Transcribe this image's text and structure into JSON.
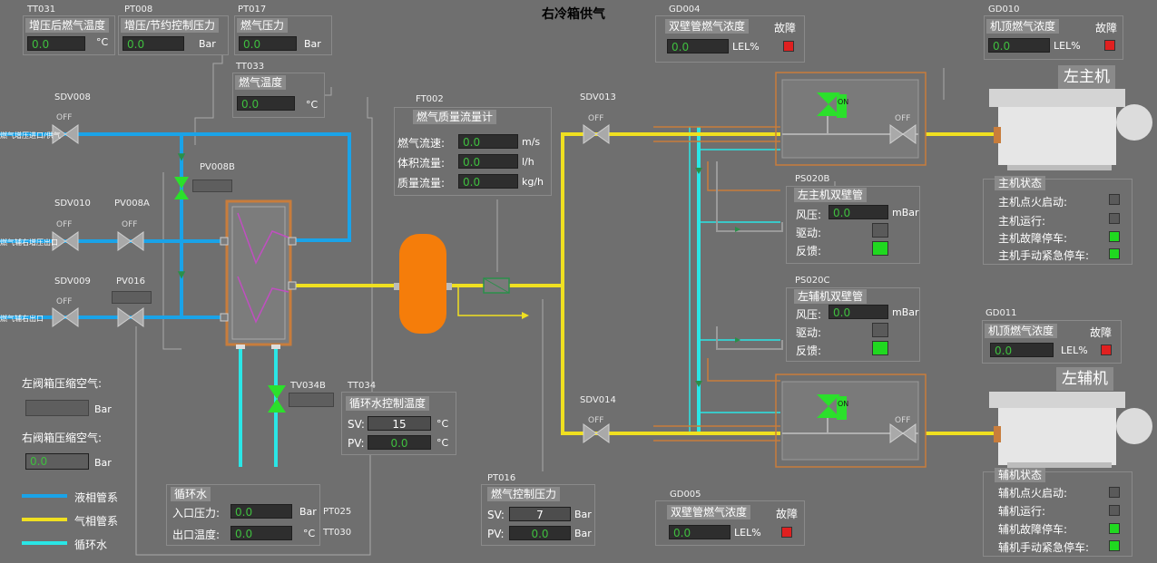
{
  "title": "右冷箱供气",
  "tags": {
    "tt031": "TT031",
    "pt008": "PT008",
    "pt017": "PT017",
    "tt033": "TT033",
    "sdv008": "SDV008",
    "sdv010": "SDV010",
    "sdv009": "SDV009",
    "pv008a": "PV008A",
    "pv008b": "PV008B",
    "pv016": "PV016",
    "ft002": "FT002",
    "sdv013": "SDV013",
    "sdv014": "SDV014",
    "gd004": "GD004",
    "gd010": "GD010",
    "gd011": "GD011",
    "gd005": "GD005",
    "ps020b": "PS020B",
    "ps020c": "PS020C",
    "tt034": "TT034",
    "pt016": "PT016",
    "tv034b": "TV034B",
    "pt025": "PT025",
    "tt030": "TT030"
  },
  "inlets": {
    "top": "燃气增压进口/供气",
    "middle": "燃气辅右增压出口",
    "bottom": "燃气辅右出口"
  },
  "valve_text": {
    "off": "OFF",
    "on": "ON"
  },
  "tt031": {
    "header": "增压后燃气温度",
    "value": "0.0",
    "unit": "°C"
  },
  "pt008": {
    "header": "增压/节约控制压力",
    "value": "0.0",
    "unit": "Bar"
  },
  "pt017": {
    "header": "燃气压力",
    "value": "0.0",
    "unit": "Bar"
  },
  "tt033": {
    "header": "燃气温度",
    "value": "0.0",
    "unit": "°C"
  },
  "ft002": {
    "header": "燃气质量流量计",
    "rows": [
      {
        "label": "燃气流速:",
        "value": "0.0",
        "unit": "m/s"
      },
      {
        "label": "体积流量:",
        "value": "0.0",
        "unit": "l/h"
      },
      {
        "label": "质量流量:",
        "value": "0.0",
        "unit": "kg/h"
      }
    ]
  },
  "gd004": {
    "header": "双壁管燃气浓度",
    "fault": "故障",
    "value": "0.0",
    "unit": "LEL%",
    "status_color": "#e02020"
  },
  "gd010": {
    "header": "机顶燃气浓度",
    "fault": "故障",
    "value": "0.0",
    "unit": "LEL%",
    "status_color": "#e02020"
  },
  "gd011": {
    "header": "机顶燃气浓度",
    "fault": "故障",
    "value": "0.0",
    "unit": "LEL%",
    "status_color": "#e02020"
  },
  "gd005": {
    "header": "双壁管燃气浓度",
    "fault": "故障",
    "value": "0.0",
    "unit": "LEL%",
    "status_color": "#e02020"
  },
  "engines": {
    "main": "左主机",
    "aux": "左辅机"
  },
  "main_status": {
    "header": "主机状态",
    "items": [
      "主机点火启动:",
      "主机运行:",
      "主机故障停车:",
      "主机手动紧急停车:"
    ],
    "states": [
      "off",
      "off",
      "green",
      "green"
    ]
  },
  "aux_status": {
    "header": "辅机状态",
    "items": [
      "辅机点火启动:",
      "辅机运行:",
      "辅机故障停车:",
      "辅机手动紧急停车:"
    ],
    "states": [
      "off",
      "off",
      "green",
      "green"
    ]
  },
  "ps020b": {
    "header": "左主机双壁管",
    "pressure_label": "风压:",
    "value": "0.0",
    "unit": "mBar",
    "drive_label": "驱动:",
    "feedback_label": "反馈:"
  },
  "ps020c": {
    "header": "左辅机双壁管",
    "pressure_label": "风压:",
    "value": "0.0",
    "unit": "mBar",
    "drive_label": "驱动:",
    "feedback_label": "反馈:"
  },
  "tt034": {
    "header": "循环水控制温度",
    "sv_label": "SV:",
    "sv": "15",
    "pv_label": "PV:",
    "pv": "0.0",
    "unit": "°C"
  },
  "pt016": {
    "header": "燃气控制压力",
    "sv_label": "SV:",
    "sv": "7",
    "pv_label": "PV:",
    "pv": "0.0",
    "unit": "Bar"
  },
  "water": {
    "header": "循环水",
    "inlet_label": "入口压力:",
    "inlet": "0.0",
    "inlet_unit": "Bar",
    "outlet_label": "出口温度:",
    "outlet": "0.0",
    "outlet_unit": "°C"
  },
  "air": {
    "left_label": "左阀箱压缩空气:",
    "left_unit": "Bar",
    "right_label": "右阀箱压缩空气:",
    "right_unit": "Bar",
    "right_value": "0.0"
  },
  "legend": [
    {
      "label": "液相管系",
      "color": "#1aa3e8"
    },
    {
      "label": "气相管系",
      "color": "#f0e020"
    },
    {
      "label": "循环水",
      "color": "#2ae6e6"
    }
  ],
  "colors": {
    "liquid": "#1aa3e8",
    "gas": "#f0e020",
    "water": "#2ae6e6",
    "background": "#6f6f6f",
    "value_green": "#3fbf3f",
    "frame_orange": "#c87d3c"
  }
}
